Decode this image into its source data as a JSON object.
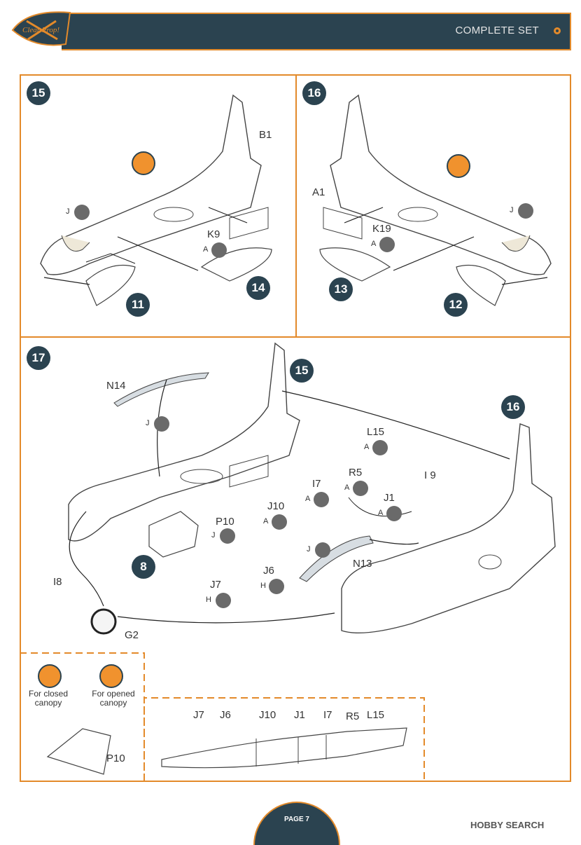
{
  "header": {
    "logo_text": "Clear Prop!",
    "title": "COMPLETE SET"
  },
  "steps": {
    "s15": "15",
    "s16": "16",
    "s17": "17",
    "s11": "11",
    "s14": "14",
    "s13": "13",
    "s12": "12",
    "s15b": "15",
    "s16b": "16",
    "s8": "8"
  },
  "parts": {
    "b1": "B1",
    "k9": "K9",
    "a1": "A1",
    "k19": "K19",
    "n14": "N14",
    "l15": "L15",
    "r5": "R5",
    "i9": "I 9",
    "i7": "I7",
    "j1": "J1",
    "j10": "J10",
    "p10": "P10",
    "j6": "J6",
    "j7": "J7",
    "n13": "N13",
    "i8": "I8",
    "g2": "G2",
    "p10b": "P10"
  },
  "glue_letters": {
    "p15_j": "J",
    "p15_a": "A",
    "p16_j": "J",
    "p16_a": "A",
    "n14_j": "J",
    "l15_a": "A",
    "r5_a": "A",
    "i7_a": "A",
    "j1_a": "A",
    "j10_a": "A",
    "p10_j": "J",
    "n13_j": "J",
    "j6_h": "H",
    "j7_h": "H"
  },
  "canopy_notes": {
    "closed": "For closed canopy",
    "opened": "For opened canopy"
  },
  "detail_labels": [
    "J7",
    "J6",
    "J10",
    "J1",
    "I7",
    "R5",
    "L15"
  ],
  "footer": {
    "page": "PAGE 7",
    "watermark": "HOBBY SEARCH"
  },
  "colors": {
    "navy": "#2b4350",
    "orange": "#e38a2a"
  }
}
